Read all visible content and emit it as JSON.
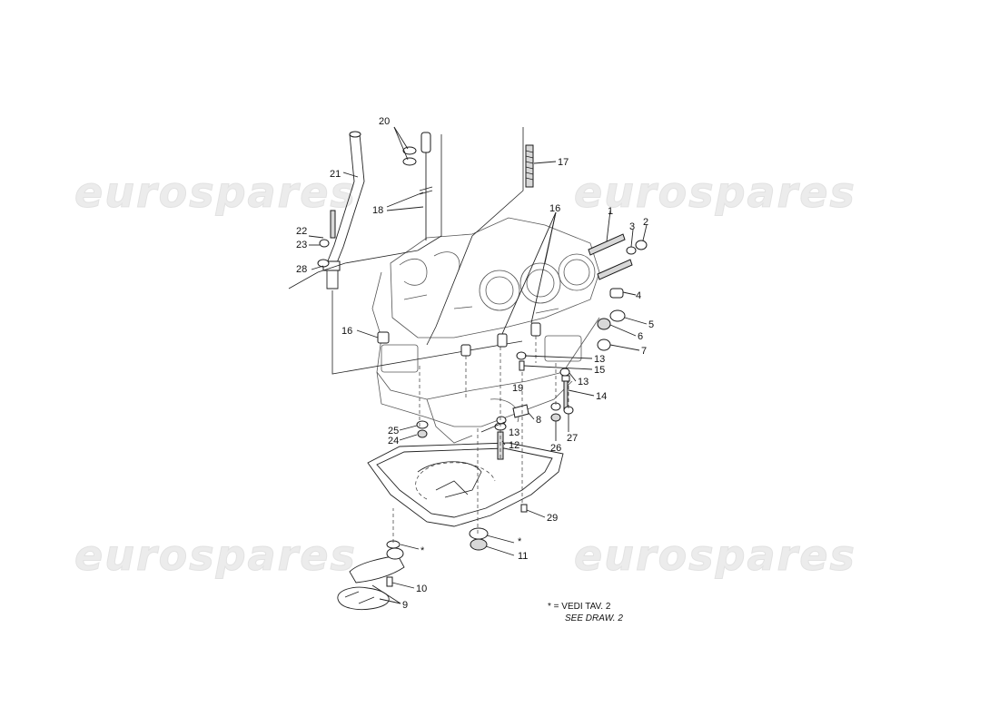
{
  "watermark": {
    "text": "eurospares",
    "color": "#ebebeb"
  },
  "note": {
    "line1": "* = VEDI TAV. 2",
    "line2": "SEE DRAW. 2"
  },
  "callouts": [
    {
      "id": "c1",
      "text": "1"
    },
    {
      "id": "c2",
      "text": "2"
    },
    {
      "id": "c3",
      "text": "3"
    },
    {
      "id": "c4",
      "text": "4"
    },
    {
      "id": "c5",
      "text": "5"
    },
    {
      "id": "c6",
      "text": "6"
    },
    {
      "id": "c7",
      "text": "7"
    },
    {
      "id": "c8",
      "text": "8"
    },
    {
      "id": "c9",
      "text": "9"
    },
    {
      "id": "c10",
      "text": "10"
    },
    {
      "id": "c11",
      "text": "11"
    },
    {
      "id": "c12",
      "text": "12"
    },
    {
      "id": "c13a",
      "text": "13"
    },
    {
      "id": "c13b",
      "text": "13"
    },
    {
      "id": "c13c",
      "text": "13"
    },
    {
      "id": "c14",
      "text": "14"
    },
    {
      "id": "c15",
      "text": "15"
    },
    {
      "id": "c16a",
      "text": "16"
    },
    {
      "id": "c16b",
      "text": "16"
    },
    {
      "id": "c17",
      "text": "17"
    },
    {
      "id": "c18",
      "text": "18"
    },
    {
      "id": "c19",
      "text": "19"
    },
    {
      "id": "c20",
      "text": "20"
    },
    {
      "id": "c21",
      "text": "21"
    },
    {
      "id": "c22",
      "text": "22"
    },
    {
      "id": "c23",
      "text": "23"
    },
    {
      "id": "c24",
      "text": "24"
    },
    {
      "id": "c25",
      "text": "25"
    },
    {
      "id": "c26",
      "text": "26"
    },
    {
      "id": "c27",
      "text": "27"
    },
    {
      "id": "c28",
      "text": "28"
    },
    {
      "id": "c29",
      "text": "29"
    },
    {
      "id": "cstar1",
      "text": "*"
    },
    {
      "id": "cstar2",
      "text": "*"
    }
  ]
}
